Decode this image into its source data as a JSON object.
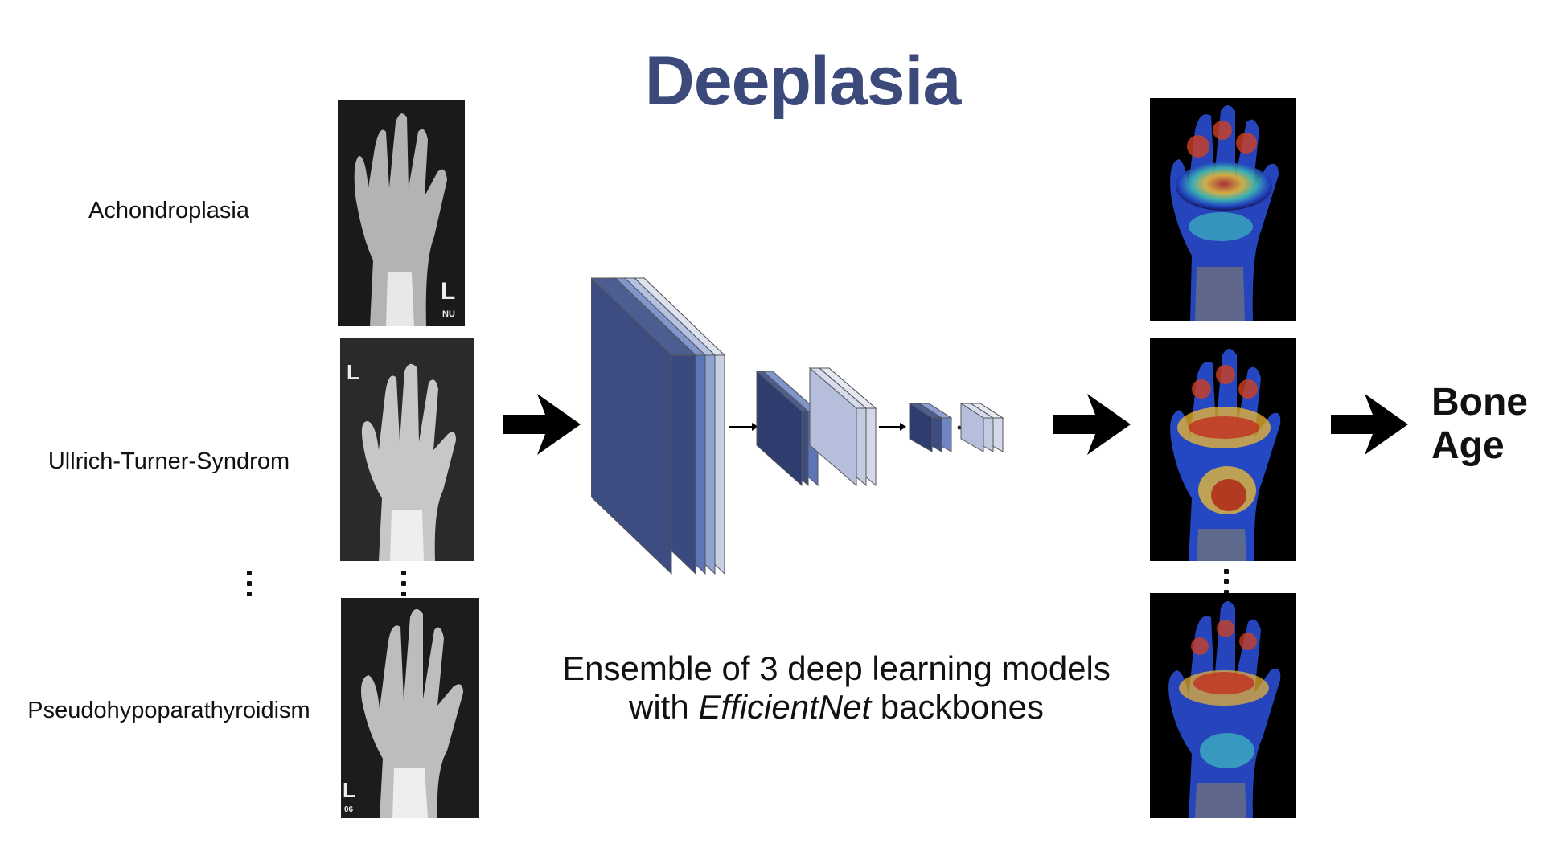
{
  "title": "Deeplasia",
  "inputs": {
    "conditions": [
      {
        "label": "Achondroplasia"
      },
      {
        "label": "Ullrich-Turner-Syndrom"
      },
      {
        "label": "Pseudohypoparathyroidism"
      }
    ],
    "xray_markers": [
      "L",
      "NU",
      "L",
      "L",
      "06"
    ]
  },
  "caption": {
    "line1": "Ensemble of 3 deep learning models",
    "line2_prefix": "with ",
    "line2_italic": "EfficientNet",
    "line2_suffix": " backbones"
  },
  "output": {
    "line1": "Bone",
    "line2": "Age"
  },
  "colors": {
    "title": "#3b4a7a",
    "block_dark": "#3a4a7d",
    "block_mid": "#5b75b5",
    "block_light": "#c5cde3",
    "arrow": "#000000"
  }
}
